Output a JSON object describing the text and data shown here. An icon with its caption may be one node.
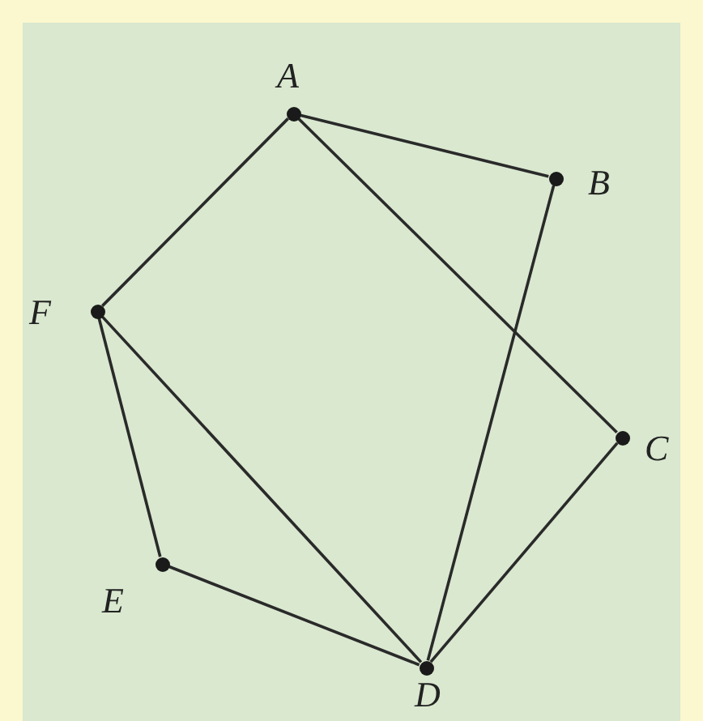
{
  "diagram": {
    "nodes": [
      {
        "text": [],
        "shape": "circle",
        "beside": [
          "A"
        ]
      },
      {
        "text": [],
        "shape": "circle",
        "beside": [
          "B"
        ]
      },
      {
        "text": [],
        "shape": "circle",
        "beside": [
          "C"
        ]
      },
      {
        "text": [],
        "shape": "circle",
        "beside": [
          "D"
        ]
      },
      {
        "text": [],
        "shape": "circle",
        "beside": [
          "E"
        ]
      },
      {
        "text": [],
        "shape": "circle",
        "beside": [
          "F"
        ]
      }
    ],
    "edges": [
      {
        "from": 0,
        "to": 1,
        "arrow": "none"
      },
      {
        "from": 0,
        "to": 5,
        "arrow": "none"
      },
      {
        "from": 0,
        "to": 2,
        "arrow": "none"
      },
      {
        "from": 1,
        "to": 3,
        "arrow": "none"
      },
      {
        "from": 5,
        "to": 3,
        "arrow": "none"
      },
      {
        "from": 5,
        "to": 4,
        "arrow": "none"
      },
      {
        "from": 4,
        "to": 3,
        "arrow": "none"
      },
      {
        "from": 2,
        "to": 3,
        "arrow": "none"
      }
    ]
  }
}
